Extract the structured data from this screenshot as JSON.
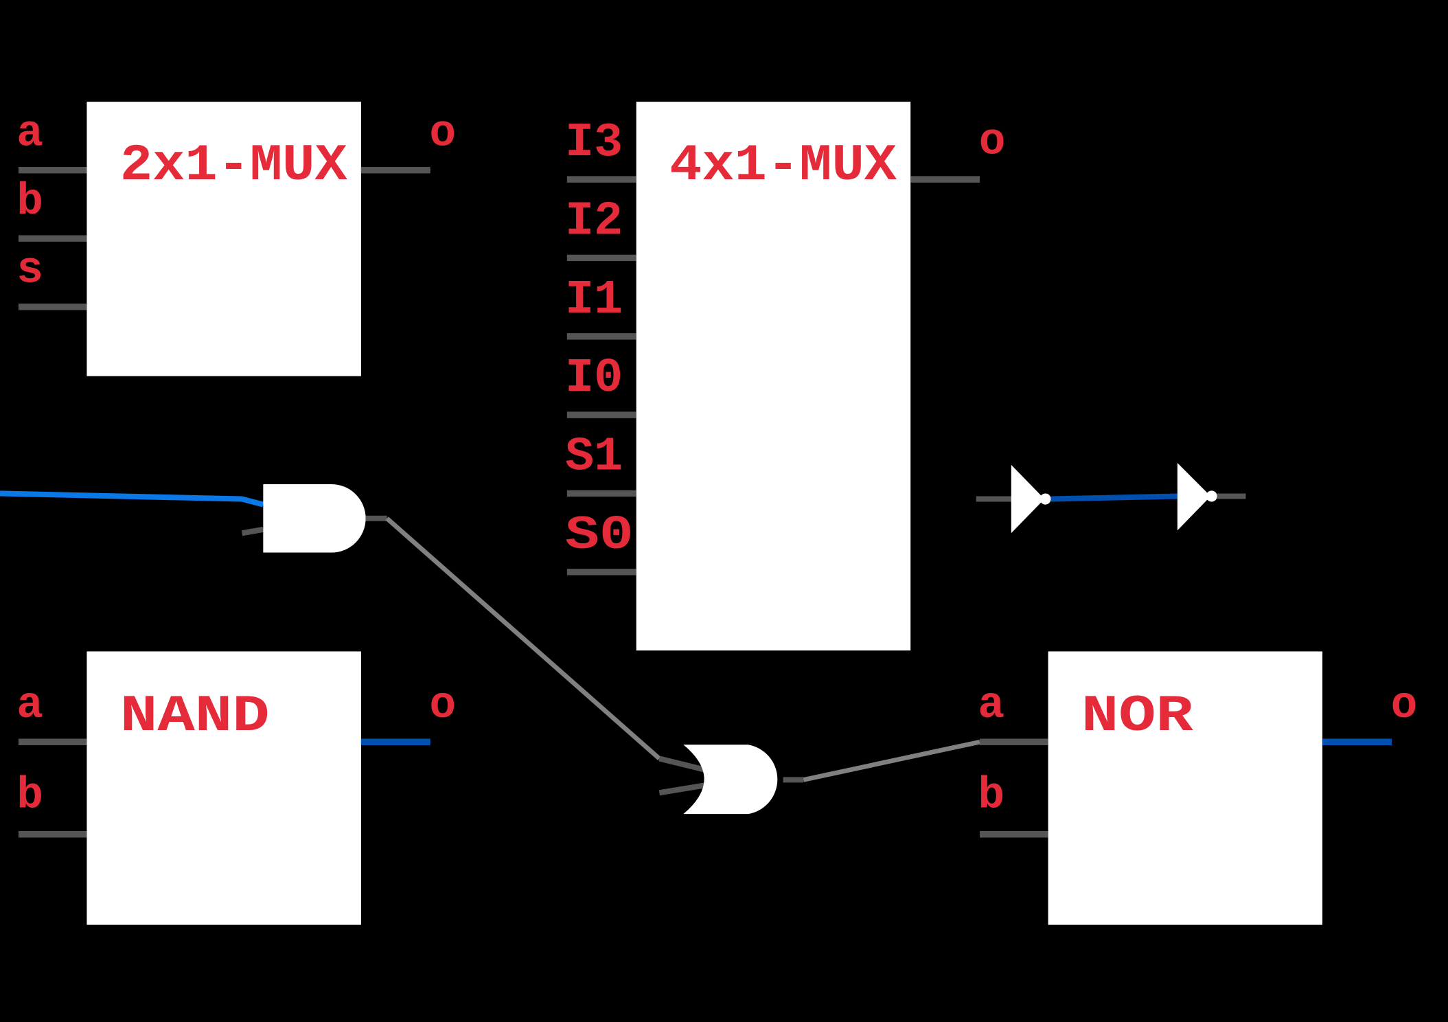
{
  "components": {
    "mux2": {
      "title": "2x1-MUX",
      "inputs": [
        "a",
        "b",
        "s"
      ],
      "output": "o"
    },
    "mux4": {
      "title": "4x1-MUX",
      "inputs": [
        "I3",
        "I2",
        "I1",
        "I0",
        "S1",
        "S0"
      ],
      "output": "o"
    },
    "nand": {
      "title": "NAND",
      "inputs": [
        "a",
        "b"
      ],
      "output": "o"
    },
    "nor": {
      "title": "NOR",
      "inputs": [
        "a",
        "b"
      ],
      "output": "o"
    }
  },
  "colors": {
    "background": "#000000",
    "label": "#e52a3a",
    "wire_idle": "#555555",
    "wire_link": "#808080",
    "wire_active": "#0050b0",
    "wire_active_bright": "#0a78e6"
  }
}
